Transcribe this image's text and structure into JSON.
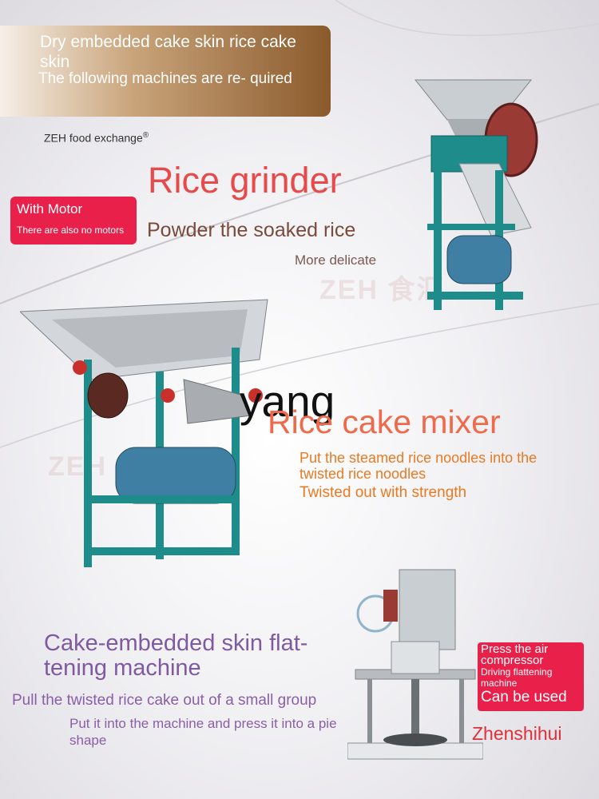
{
  "banner": {
    "line1": "Dry embedded cake skin rice cake skin",
    "line2": "The following machines are re- quired"
  },
  "brand": {
    "name": "ZEH food exchange",
    "mark": "®"
  },
  "grinder": {
    "title": "Rice grinder",
    "subtitle": "Powder the soaked rice",
    "note": "More delicate",
    "badge_line1": "With Motor",
    "badge_line2": "There are also no motors"
  },
  "overlay_text": "yang",
  "mixer": {
    "title": "Rice cake mixer",
    "desc1": "Put the steamed rice noodles into the twisted rice noodles",
    "desc2": "Twisted out with strength"
  },
  "flattener": {
    "title": "Cake-embedded skin flat- tening machine",
    "desc1": "Pull the twisted rice cake out of a small group",
    "desc2": "Put it into the machine and press it into a pie shape",
    "badge_line1": "Press the air compressor",
    "badge_line2": "Driving flattening machine",
    "badge_line3": "Can be used",
    "brand": "Zhenshihui"
  },
  "colors": {
    "red": "#e64a4a",
    "orange": "#e97a22",
    "purple": "#7e5aa0",
    "machine_green": "#1f8c8c"
  }
}
